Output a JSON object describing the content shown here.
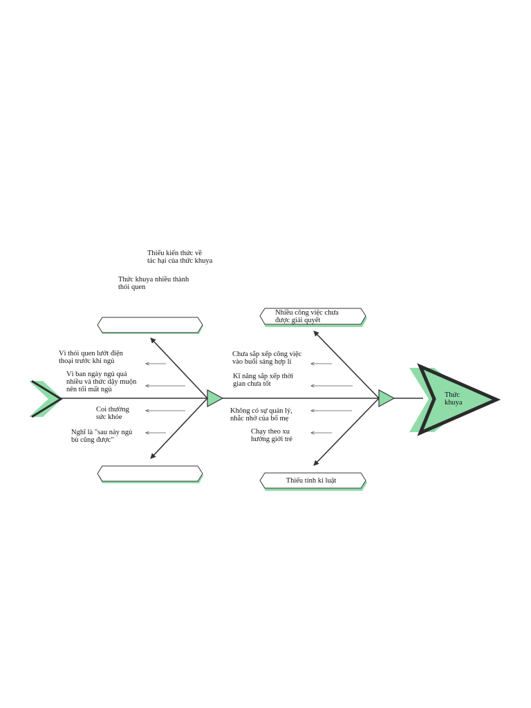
{
  "colors": {
    "accent_green": "#8fdca9",
    "line": "#333333",
    "outline_dark": "#2b2b2b"
  },
  "head": {
    "label_lines": [
      "Thức",
      "khuya"
    ]
  },
  "categories": {
    "top_left": {
      "label": ""
    },
    "bottom_left": {
      "label": ""
    },
    "top_right": {
      "label_lines": [
        "Nhiều công việc chưa",
        "được giải quyết"
      ]
    },
    "bottom_right": {
      "label_lines": [
        "Thiếu tính kỉ luật"
      ]
    }
  },
  "floating_notes": [
    {
      "lines": [
        "Thiếu kiến thức về",
        "tác hại của thức khuya"
      ]
    },
    {
      "lines": [
        "Thức khuya nhiều thành",
        "thói quen"
      ]
    }
  ],
  "causes": {
    "top_left": [
      {
        "lines": [
          "Vì thói quen lướt điện",
          "thoại trước khi ngủ"
        ]
      },
      {
        "lines": [
          "Vì ban ngày ngủ quá",
          "nhiều và thức dậy muộn",
          "nên tối mất ngủ"
        ]
      }
    ],
    "bottom_left": [
      {
        "lines": [
          "Coi thường",
          "sức khỏe"
        ]
      },
      {
        "lines": [
          "Nghĩ là \"sau này ngủ",
          "bù cũng được\""
        ]
      }
    ],
    "top_right": [
      {
        "lines": [
          "Chưa sắp xếp công việc",
          "vào buổi sáng hợp lí"
        ]
      },
      {
        "lines": [
          "Kĩ năng sắp xếp thời",
          "gian chưa tốt"
        ]
      }
    ],
    "bottom_right": [
      {
        "lines": [
          "Không có sự quản lý,",
          "nhắc nhở của bố mẹ"
        ]
      },
      {
        "lines": [
          "Chạy theo xu",
          "hướng giới trẻ"
        ]
      }
    ]
  }
}
